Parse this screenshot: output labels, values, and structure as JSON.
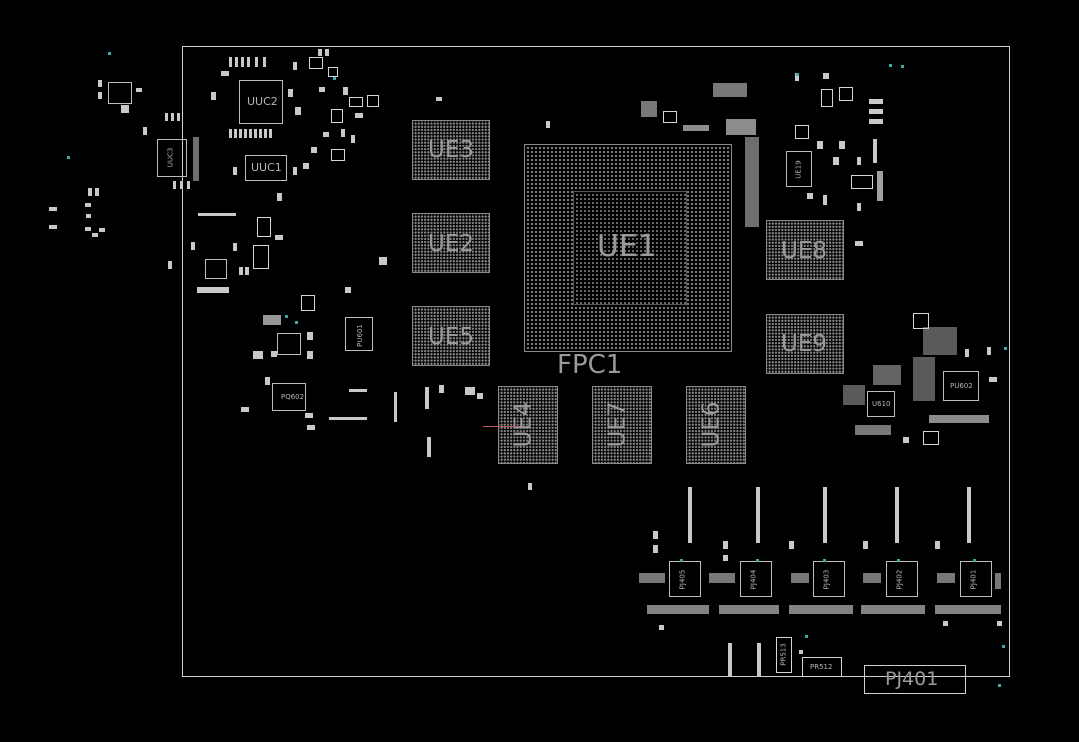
{
  "board": {
    "components": {
      "ue1": "UE1",
      "ue2": "UE2",
      "ue3": "UE3",
      "ue4": "UE4",
      "ue5": "UE5",
      "ue6": "UE6",
      "ue7": "UE7",
      "ue8": "UE8",
      "ue9": "UE9",
      "fpc1": "FPC1",
      "uuc1": "UUC1",
      "uuc2": "UUC2",
      "uuc3": "UUC3",
      "ue19": "UE19",
      "pj401": "PJ401",
      "pj405": "PJ405",
      "pj404": "PJ404",
      "pj403": "PJ403",
      "pj402": "PJ402",
      "pj401b": "PJ401",
      "pr512": "PR512",
      "pr513": "PR513",
      "pq602": "PQ602",
      "pu601": "PU601",
      "pu602": "PU602",
      "u610": "U610"
    },
    "colors": {
      "background": "#000000",
      "outline": "#cfcfcf",
      "pad": "#c8c8c8",
      "via": "#3fa7a5",
      "label": "#9a9a9a",
      "marker": "#c0555f"
    }
  }
}
